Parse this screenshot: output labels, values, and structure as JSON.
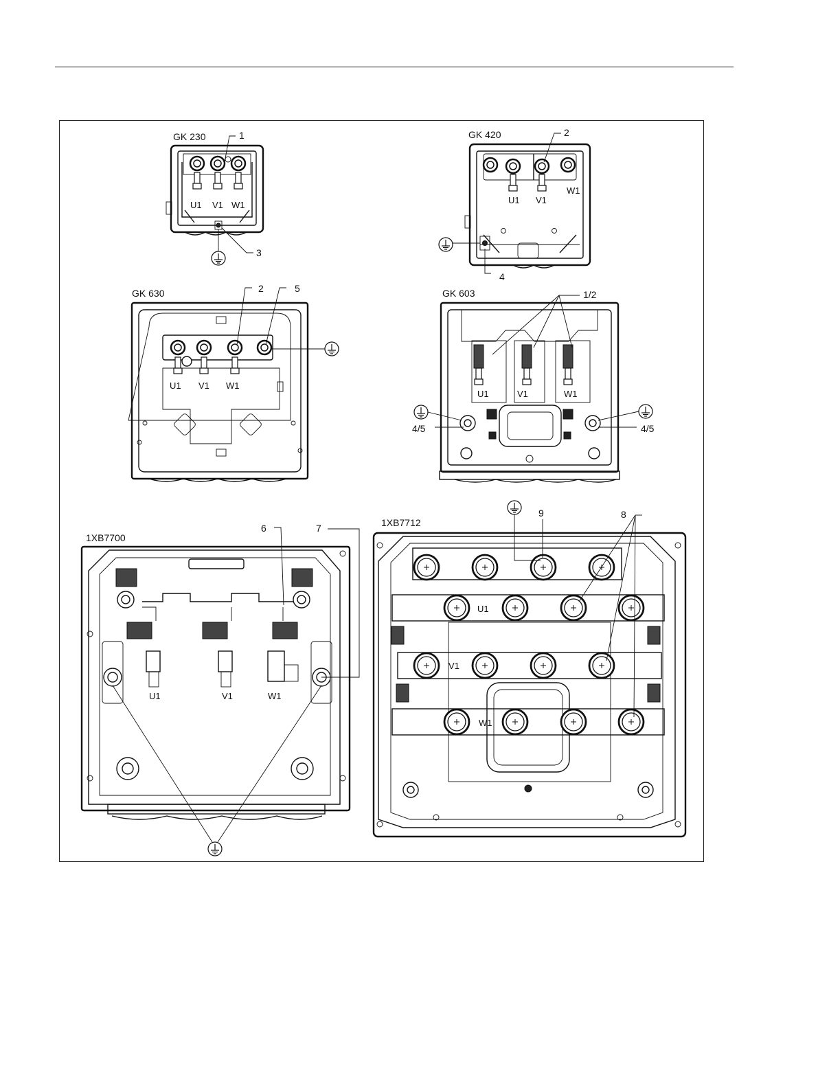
{
  "boxes": [
    {
      "title": "GK 230",
      "callouts": [
        "1",
        "3"
      ],
      "terminals": [
        "U1",
        "V1",
        "W1"
      ]
    },
    {
      "title": "GK 420",
      "callouts": [
        "2",
        "4"
      ],
      "terminals": [
        "U1",
        "V1",
        "W1"
      ]
    },
    {
      "title": "GK 630",
      "callouts": [
        "2",
        "5"
      ],
      "terminals": [
        "U1",
        "V1",
        "W1"
      ]
    },
    {
      "title": "GK 603",
      "callouts": [
        "1/2",
        "4/5",
        "4/5"
      ],
      "terminals": [
        "U1",
        "V1",
        "W1"
      ]
    },
    {
      "title": "1XB7700",
      "callouts": [
        "6",
        "7"
      ],
      "terminals": [
        "U1",
        "V1",
        "W1"
      ]
    },
    {
      "title": "1XB7712",
      "callouts": [
        "9",
        "8"
      ],
      "terminals": [
        "U1",
        "V1",
        "W1"
      ]
    }
  ],
  "symbols": {
    "ground": "protective-earth-icon"
  }
}
